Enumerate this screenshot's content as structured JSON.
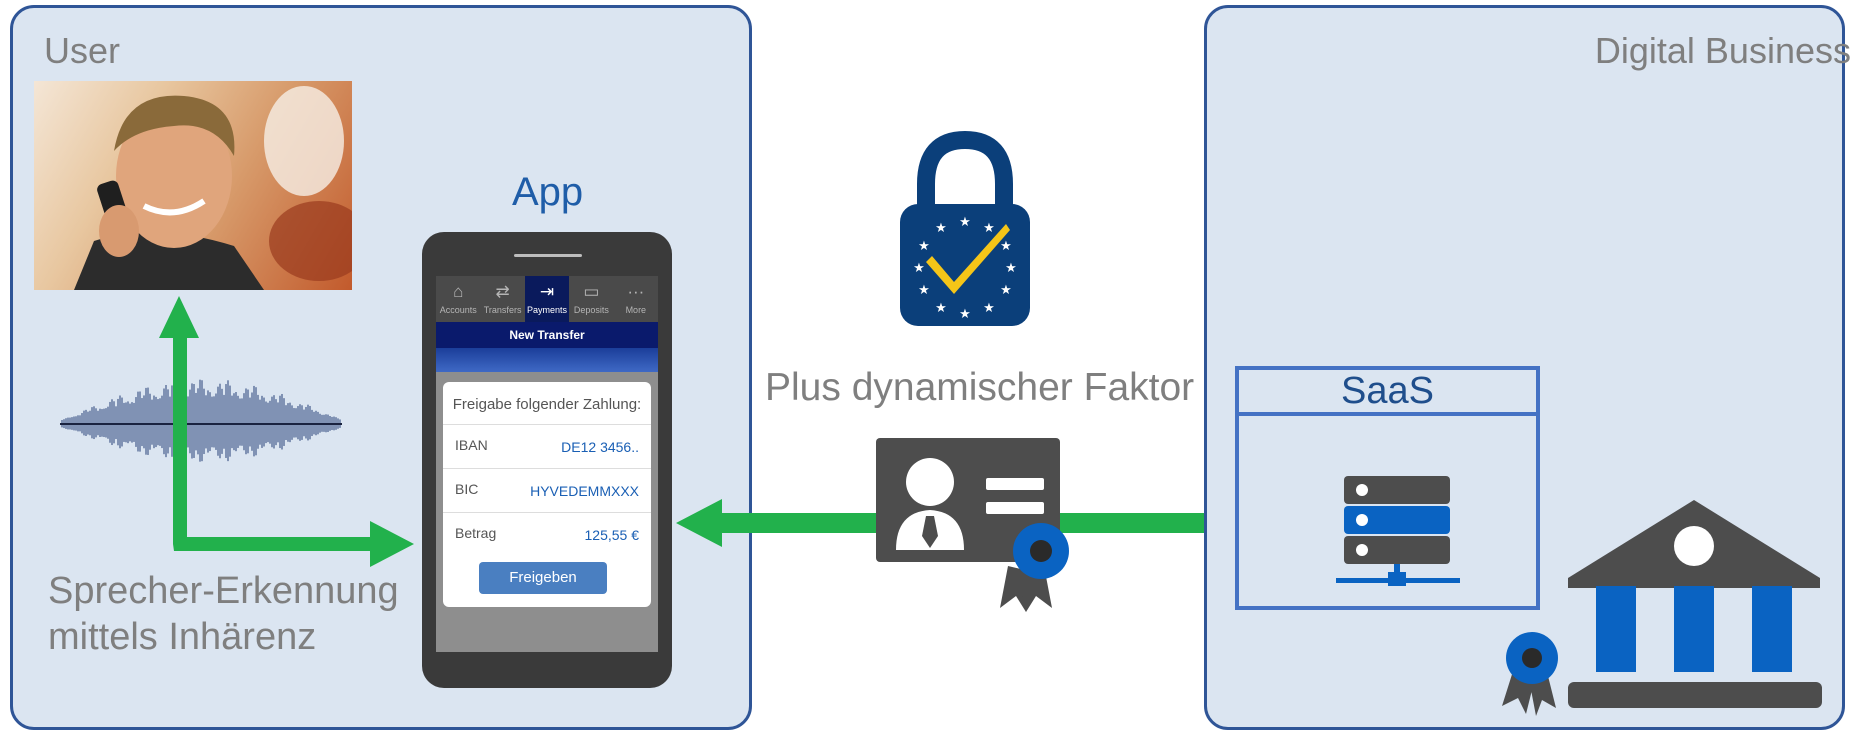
{
  "user_panel": {
    "title": "User"
  },
  "business_panel": {
    "title": "Digital Business"
  },
  "app_title": "App",
  "speaker_caption": {
    "line1": "Sprecher-Erkennung",
    "line2": "mittels Inhärenz"
  },
  "factor_label": "Plus dynamischer Faktor",
  "saas_label": "SaaS",
  "phone": {
    "tabs": [
      {
        "label": "Accounts",
        "icon": "home-icon"
      },
      {
        "label": "Transfers",
        "icon": "transfer-icon"
      },
      {
        "label": "Payments",
        "icon": "payments-icon"
      },
      {
        "label": "Deposits",
        "icon": "deposits-icon"
      },
      {
        "label": "More",
        "icon": "more-icon"
      }
    ],
    "active_tab": "Payments",
    "header": "New Transfer",
    "dialog": {
      "title": "Freigabe folgender Zahlung:",
      "rows": [
        {
          "label": "IBAN",
          "value": "DE12 3456.."
        },
        {
          "label": "BIC",
          "value": "HYVEDEMMXXX"
        },
        {
          "label": "Betrag",
          "value": "125,55 €"
        }
      ],
      "button": "Freigeben"
    }
  },
  "colors": {
    "panel_fill": "#dbe5f1",
    "panel_border": "#2f5597",
    "arrow": "#22b14c",
    "accent_blue": "#0a63c2",
    "dark_gray": "#4d4d4d"
  }
}
